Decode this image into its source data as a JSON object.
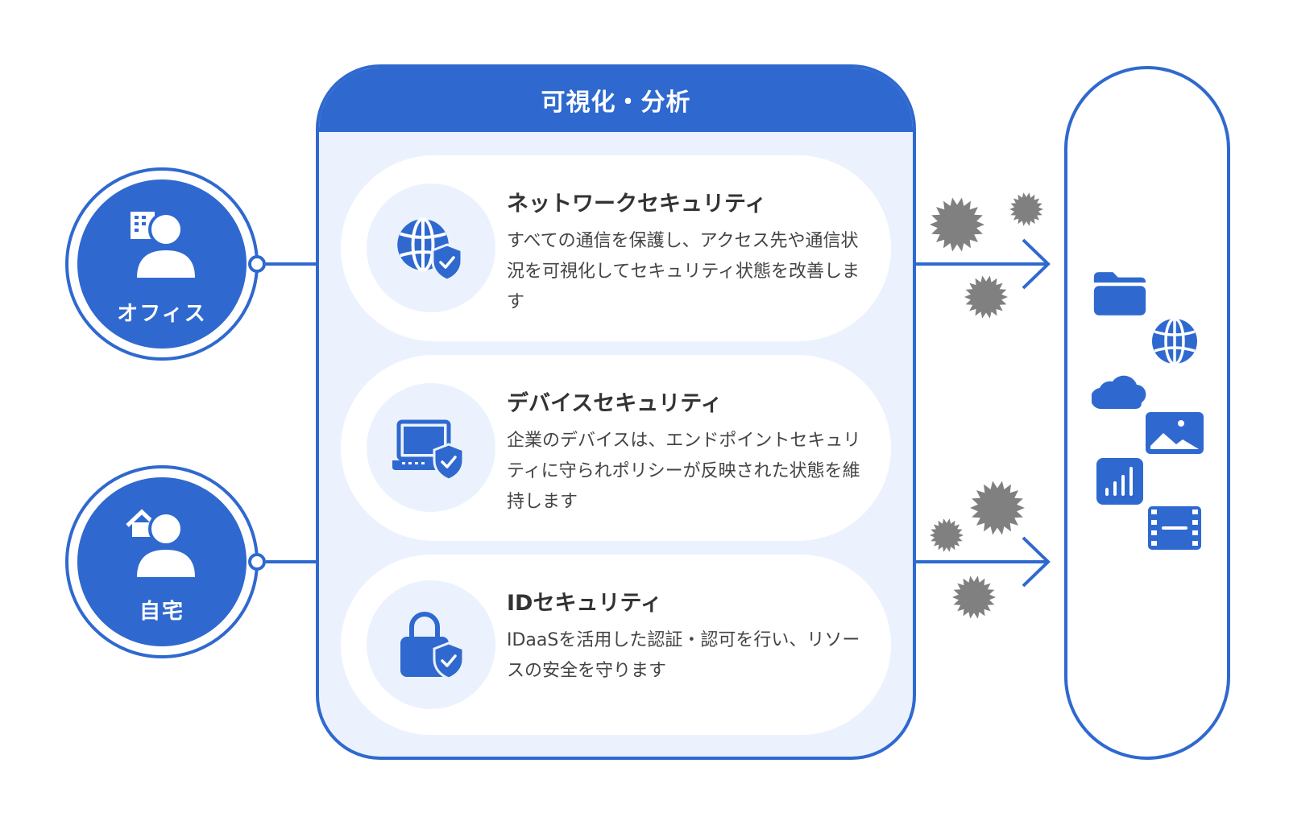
{
  "header": {
    "title": "可視化・分析"
  },
  "locations": [
    {
      "label": "オフィス",
      "icon": "office-person-icon"
    },
    {
      "label": "自宅",
      "icon": "home-person-icon"
    }
  ],
  "cards": [
    {
      "title": "ネットワークセキュリティ",
      "body": "すべての通信を保護し、アクセス先や通信状況を可視化してセキュリティ状態を改善します",
      "icon": "globe-shield-icon"
    },
    {
      "title": "デバイスセキュリティ",
      "body": "企業のデバイスは、エンドポイントセキュリティに守られポリシーが反映された状態を維持します",
      "icon": "laptop-shield-icon"
    },
    {
      "title": "IDセキュリティ",
      "body": "IDaaSを活用した認証・認可を行い、リソースの安全を守ります",
      "icon": "lock-shield-icon"
    }
  ],
  "resources": [
    "folder-icon",
    "globe-icon",
    "cloud-icon",
    "image-icon",
    "chart-icon",
    "film-icon"
  ],
  "colors": {
    "accent": "#2f69cf",
    "panel": "#ebf2fd",
    "threat": "#808080"
  }
}
